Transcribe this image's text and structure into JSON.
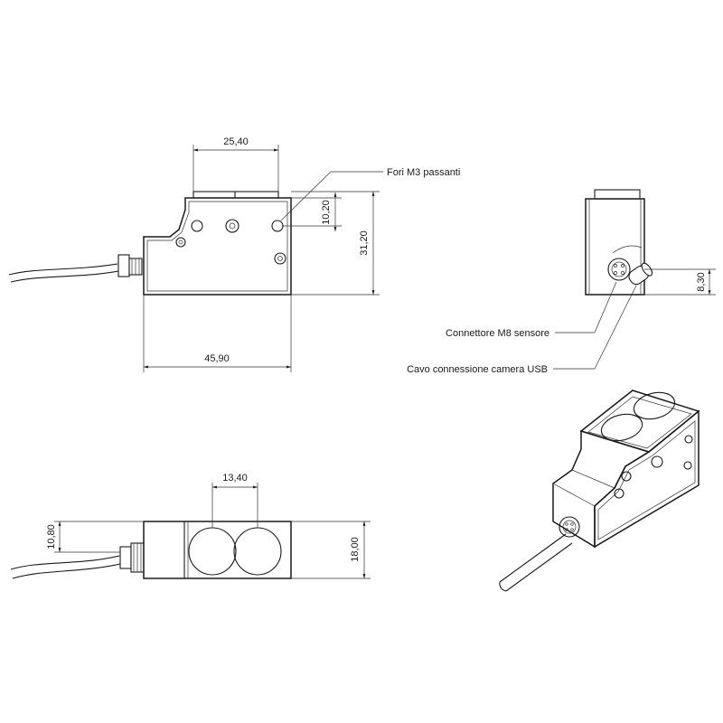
{
  "dimensions": {
    "front_width_top": "25,40",
    "front_hole_offset": "10,20",
    "front_height": "31,20",
    "front_length": "45,90",
    "side_connector_height": "8,30",
    "bottom_lens_spacing": "13,40",
    "bottom_cable_offset": "10,80",
    "bottom_height": "18,00"
  },
  "callouts": {
    "m3_holes": "Fori M3 passanti",
    "m8_connector": "Connettore M8 sensore",
    "usb_cable": "Cavo connessione camera USB"
  },
  "colors": {
    "line": "#1a1a1a",
    "background": "#ffffff"
  }
}
